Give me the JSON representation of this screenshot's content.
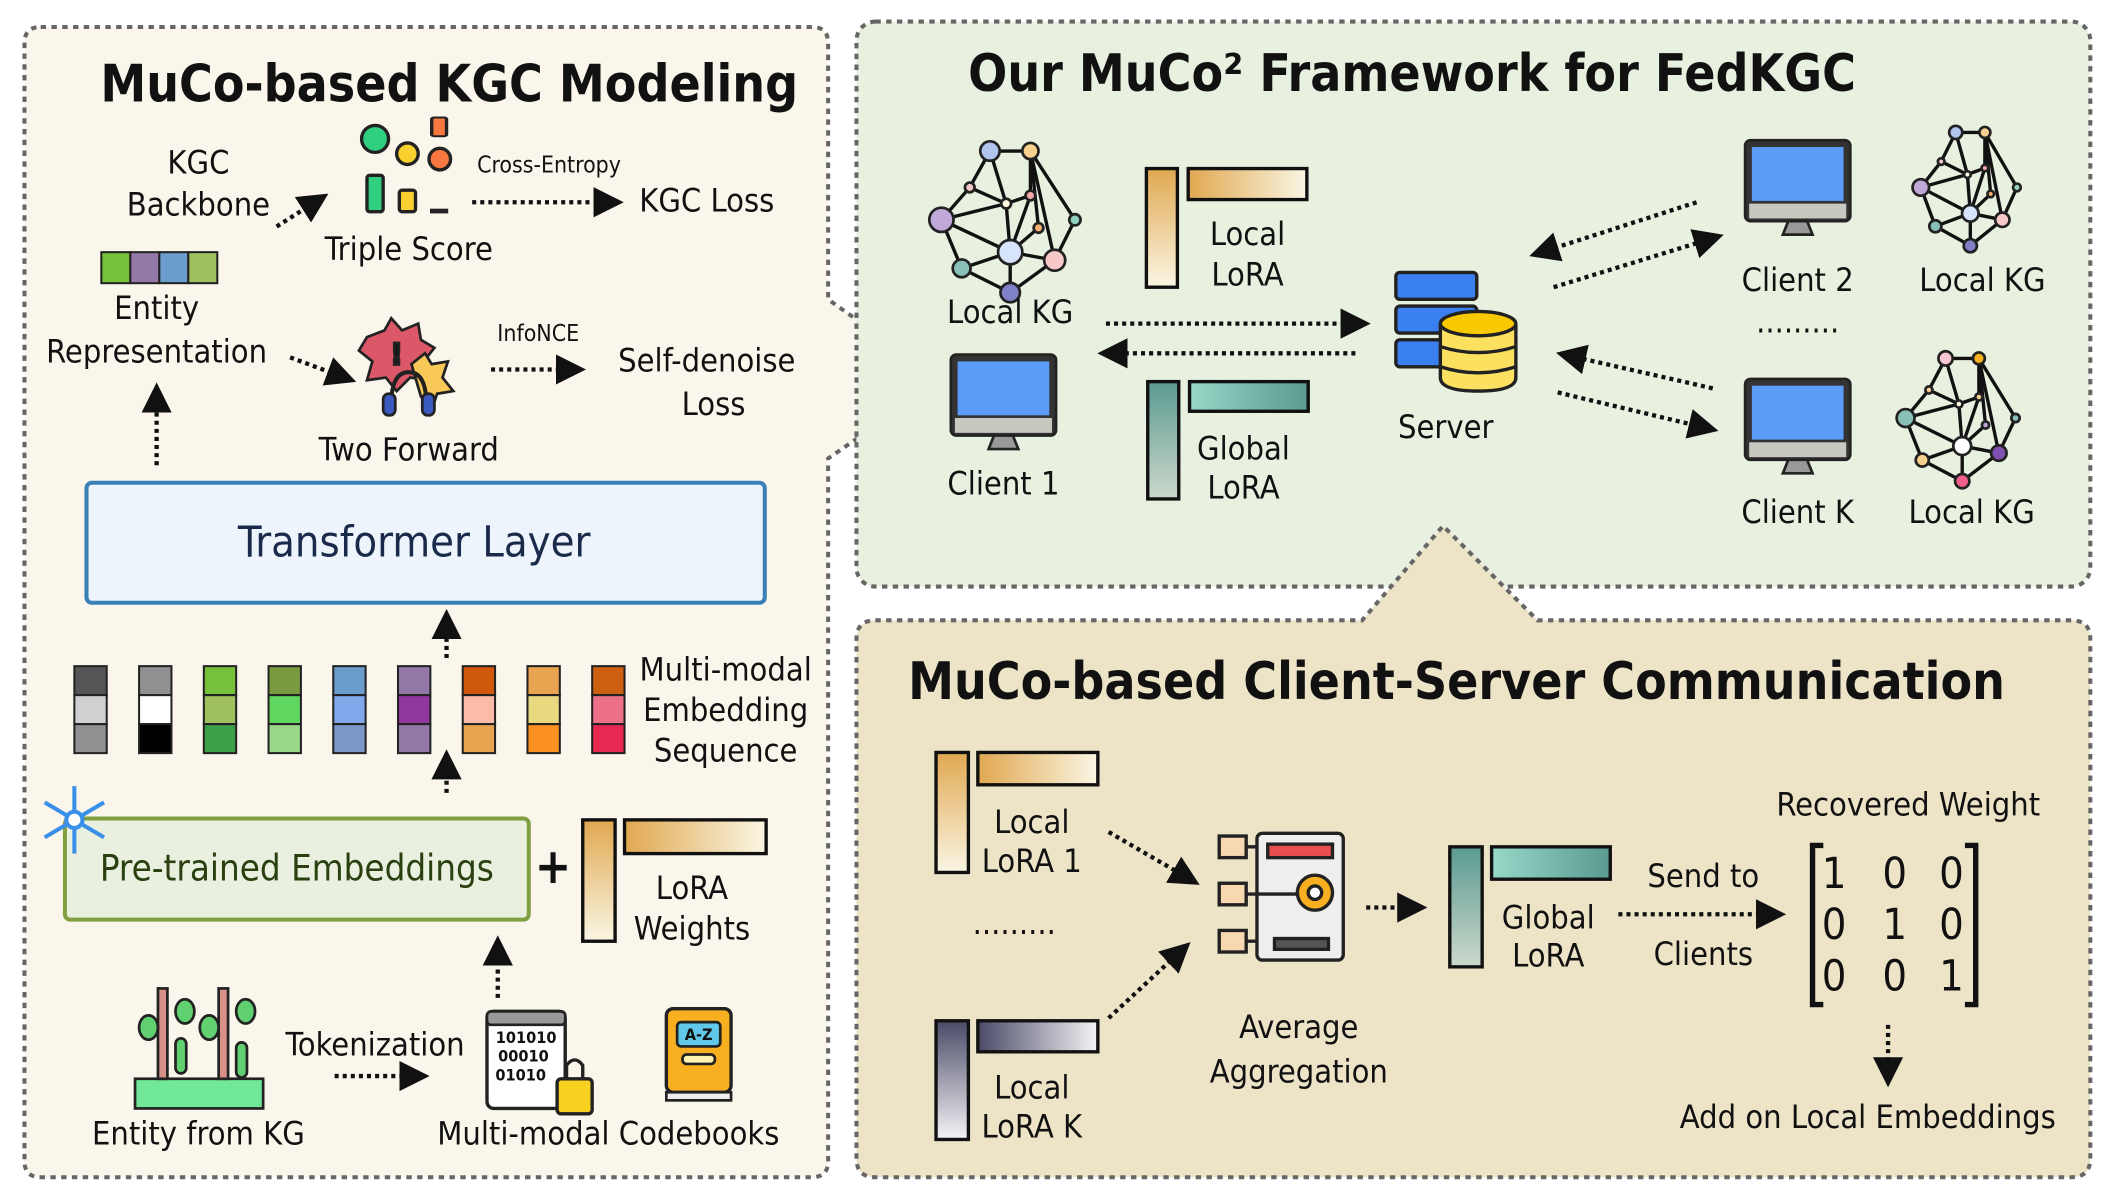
{
  "left_panel": {
    "title": "MuCo-based KGC Modeling",
    "kgc_backbone": [
      "KGC",
      "Backbone"
    ],
    "triple_score": "Triple Score",
    "cross_entropy": "Cross-Entropy",
    "kgc_loss": "KGC Loss",
    "entity_representation": [
      "Entity",
      "Representation"
    ],
    "infonce": "InfoNCE",
    "self_denoise_loss": [
      "Self-denoise",
      "Loss"
    ],
    "two_forward": "Two Forward",
    "transformer_layer": "Transformer Layer",
    "multimodal_embedding_sequence": [
      "Multi-modal",
      "Embedding",
      "Sequence"
    ],
    "pretrained_embeddings": "Pre-trained Embeddings",
    "plus": "+",
    "lora_weights": [
      "LoRA",
      "Weights"
    ],
    "tokenization": "Tokenization",
    "entity_from_kg": "Entity from KG",
    "multimodal_codebooks": "Multi-modal Codebooks",
    "binary_code": [
      "101010",
      "00010",
      "01010"
    ],
    "codebook_label": "A-Z",
    "alert_mark": "!"
  },
  "framework": {
    "title": "Our MuCo² Framework for FedKGC",
    "local_kg": "Local KG",
    "local_lora": [
      "Local",
      "LoRA"
    ],
    "global_lora": [
      "Global",
      "LoRA"
    ],
    "client_1": "Client 1",
    "server": "Server",
    "client_2": "Client 2",
    "client_2_kg": "Local KG",
    "ellipsis": ".........",
    "client_k": "Client K",
    "client_k_kg": "Local KG"
  },
  "communication": {
    "title": "MuCo-based Client-Server Communication",
    "local_lora_1": [
      "Local",
      "LoRA 1"
    ],
    "ellipsis": ".........",
    "local_lora_k": [
      "Local",
      "LoRA K"
    ],
    "average_aggregation": [
      "Average",
      "Aggregation"
    ],
    "global_lora": [
      "Global",
      "LoRA"
    ],
    "send_to_clients": [
      "Send to",
      "Clients"
    ],
    "recovered_weight": "Recovered Weight",
    "matrix": [
      [
        "1",
        "0",
        "0"
      ],
      [
        "0",
        "1",
        "0"
      ],
      [
        "0",
        "0",
        "1"
      ]
    ],
    "add_on_local_embeddings": "Add on Local Embeddings"
  },
  "colors": {
    "left_panel_bg": "#faf6ec",
    "framework_bg": "#e8f0e0",
    "communication_bg": "#ede4c8",
    "transformer_border": "#3a80b8",
    "pretrained_border": "#80a040",
    "local_lora": "#e0a850",
    "global_lora": "#5a9a90",
    "monitor_screen": "#5a9cf8"
  },
  "embedding_sequence": [
    [
      "#555555",
      "#d0d0d0",
      "#909090"
    ],
    [
      "#909090",
      "#ffffff",
      "#000000"
    ],
    [
      "#76c03a",
      "#a0c060",
      "#3ca04a"
    ],
    [
      "#7a9a40",
      "#60d860",
      "#98d888"
    ],
    [
      "#6a9ccc",
      "#80a8ea",
      "#7c98c8"
    ],
    [
      "#9478a8",
      "#9038a0",
      "#9478a8"
    ],
    [
      "#d0580c",
      "#fcbaa8",
      "#e8a450"
    ],
    [
      "#e8a450",
      "#e8d880",
      "#fc9020"
    ],
    [
      "#cc6010",
      "#ec7088",
      "#e82850"
    ]
  ],
  "entity_representation_colors": [
    "#76c03a",
    "#9478a8",
    "#6a9ccc",
    "#a0c060"
  ]
}
